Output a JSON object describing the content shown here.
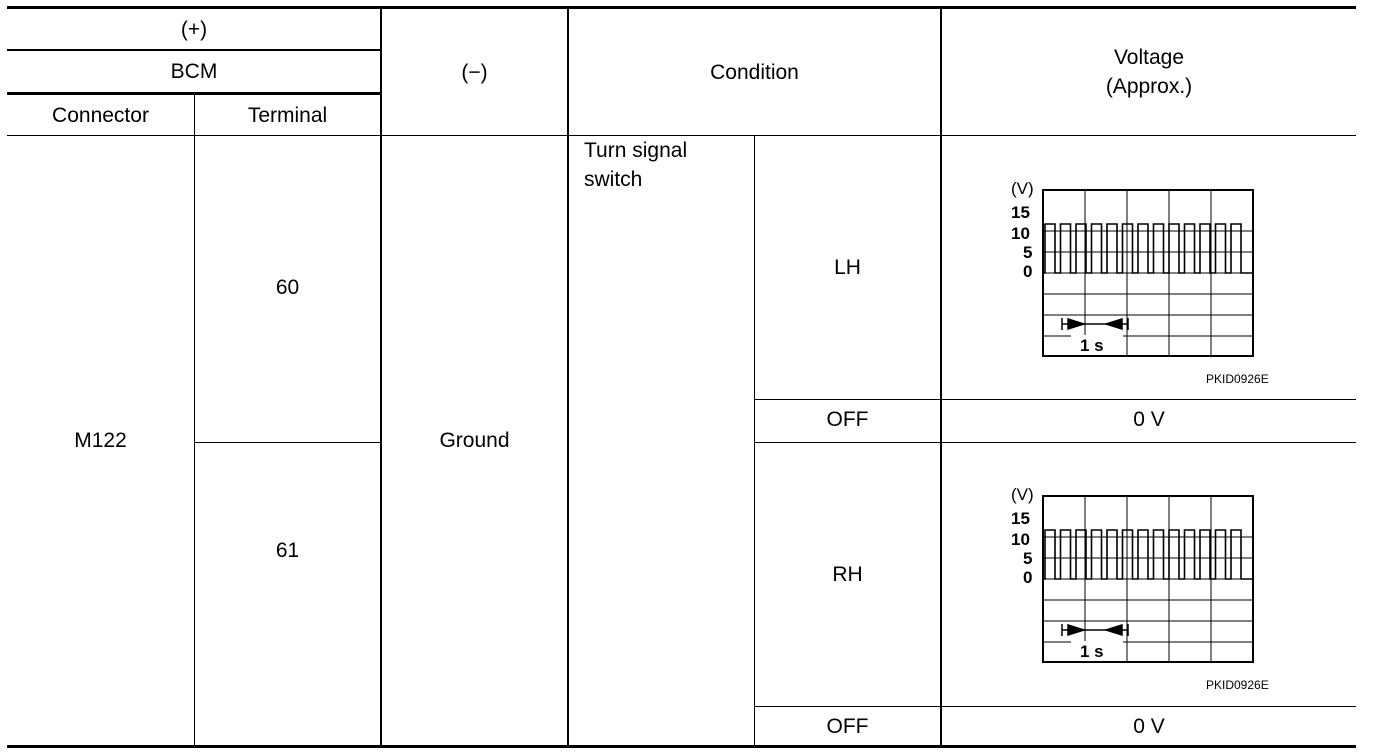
{
  "header": {
    "plus": "(+)",
    "bcm": "BCM",
    "connector": "Connector",
    "terminal": "Terminal",
    "minus": "(−)",
    "condition": "Condition",
    "voltage_line1": "Voltage",
    "voltage_line2": "(Approx.)"
  },
  "body": {
    "connector": "M122",
    "terminal_lh": "60",
    "terminal_rh": "61",
    "minus": "Ground",
    "condition_line1": "Turn signal",
    "condition_line2": "switch",
    "lh": "LH",
    "rh": "RH",
    "off_lh": "OFF",
    "off_rh": "OFF",
    "volt_off_lh": "0 V",
    "volt_off_rh": "0 V"
  },
  "scope": {
    "unit": "(V)",
    "y_labels": [
      "15",
      "10",
      "5",
      "0"
    ],
    "time_label": "1 s",
    "figure_code": "PKID0926E"
  }
}
